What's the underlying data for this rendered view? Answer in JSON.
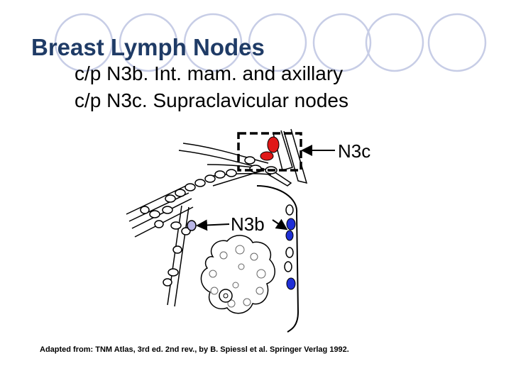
{
  "slide": {
    "title": "Breast Lymph Nodes",
    "subtitle_lines": [
      "c/p N3b.  Int. mam. and axillary",
      "c/p N3c.  Supraclavicular nodes"
    ],
    "credit": "Adapted from:  TNM Atlas, 3rd ed. 2nd rev., by B. Spiessl et al.  Springer Verlag 1992."
  },
  "diagram": {
    "labels": {
      "n3c": "N3c",
      "n3b": "N3b"
    },
    "colors": {
      "supraclavicular_nodes": "#e01818",
      "internal_mammary_nodes": "#1f2fd6",
      "axillary_highlight": "#b9b6e6",
      "title": "#1f3b66",
      "decor_circles": "#c7cde6"
    }
  }
}
